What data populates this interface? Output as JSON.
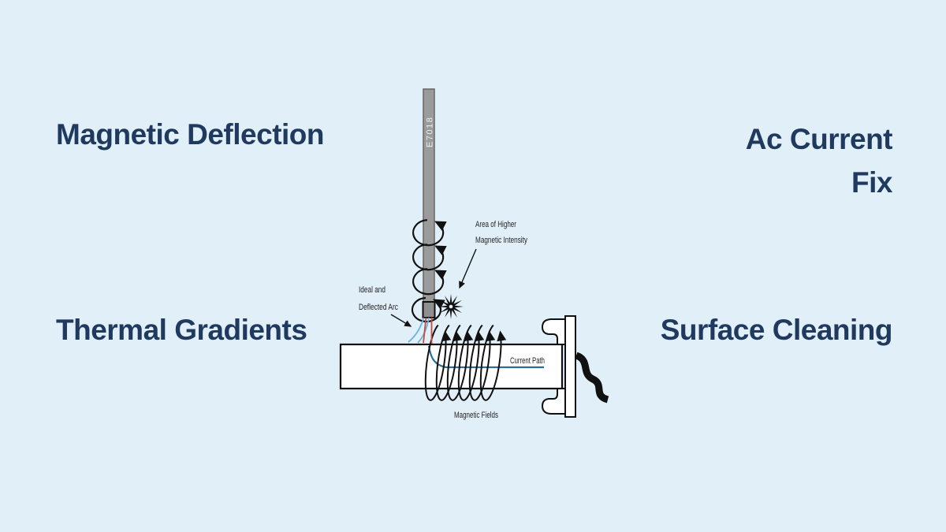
{
  "page": {
    "background_color": "#e1eff8",
    "accent_color": "#1f3a5e"
  },
  "corner_labels": {
    "top_left": "Magnetic Deflection",
    "top_right": {
      "line1": "Ac Current",
      "line2": "Fix"
    },
    "bottom_left": "Thermal Gradients",
    "bottom_right": "Surface Cleaning"
  },
  "diagram": {
    "electrode_label": "E7018",
    "labels": {
      "area_of_higher_line1": "Area of Higher",
      "area_of_higher_line2": "Magnetic Intensity",
      "ideal_arc_line1": "Ideal and",
      "ideal_arc_line2": "Deflected Arc",
      "current_path": "Current Path",
      "magnetic_fields": "Magnetic Fields"
    },
    "colors": {
      "electrode_fill": "#9b9b9b",
      "electrode_tip_fill": "#8f8f8f",
      "outline_black": "#111111",
      "ideal_arc_red": "#c94a3f",
      "deflected_arc_blue": "#66b5dd",
      "current_path_blue": "#2b6e97",
      "label_text": "#232323",
      "electrode_text": "#efefef"
    }
  }
}
